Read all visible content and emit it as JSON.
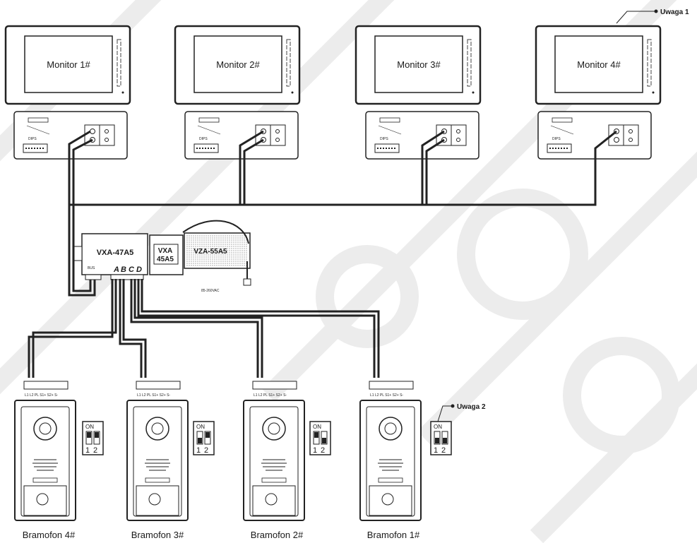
{
  "notes": {
    "note1": "Uwaga 1",
    "note2": "Uwaga 2"
  },
  "monitors": [
    {
      "label": "Monitor 1#"
    },
    {
      "label": "Monitor 2#"
    },
    {
      "label": "Monitor 3#"
    },
    {
      "label": "Monitor 4#"
    }
  ],
  "interface_board": {
    "dips_label": "DIPS"
  },
  "distributor": {
    "vxa47": "VXA-47A5",
    "bus": "BUS",
    "ports": [
      "A",
      "B",
      "C",
      "D"
    ],
    "vxa45_line1": "VXA",
    "vxa45_line2": "45A5",
    "vza": "VZA-55A5",
    "mains": "85-260VAC"
  },
  "door_stations": [
    {
      "label": "Bramofon 4#"
    },
    {
      "label": "Bramofon 3#"
    },
    {
      "label": "Bramofon 2#"
    },
    {
      "label": "Bramofon 1#"
    }
  ],
  "door_terminals": [
    "L1",
    "L2",
    "PL",
    "S1+",
    "S2+",
    "S-"
  ],
  "dip_switch": {
    "on": "ON",
    "pos1": "1",
    "pos2": "2"
  },
  "colors": {
    "line": "#222222",
    "watermark": "#ececec"
  }
}
